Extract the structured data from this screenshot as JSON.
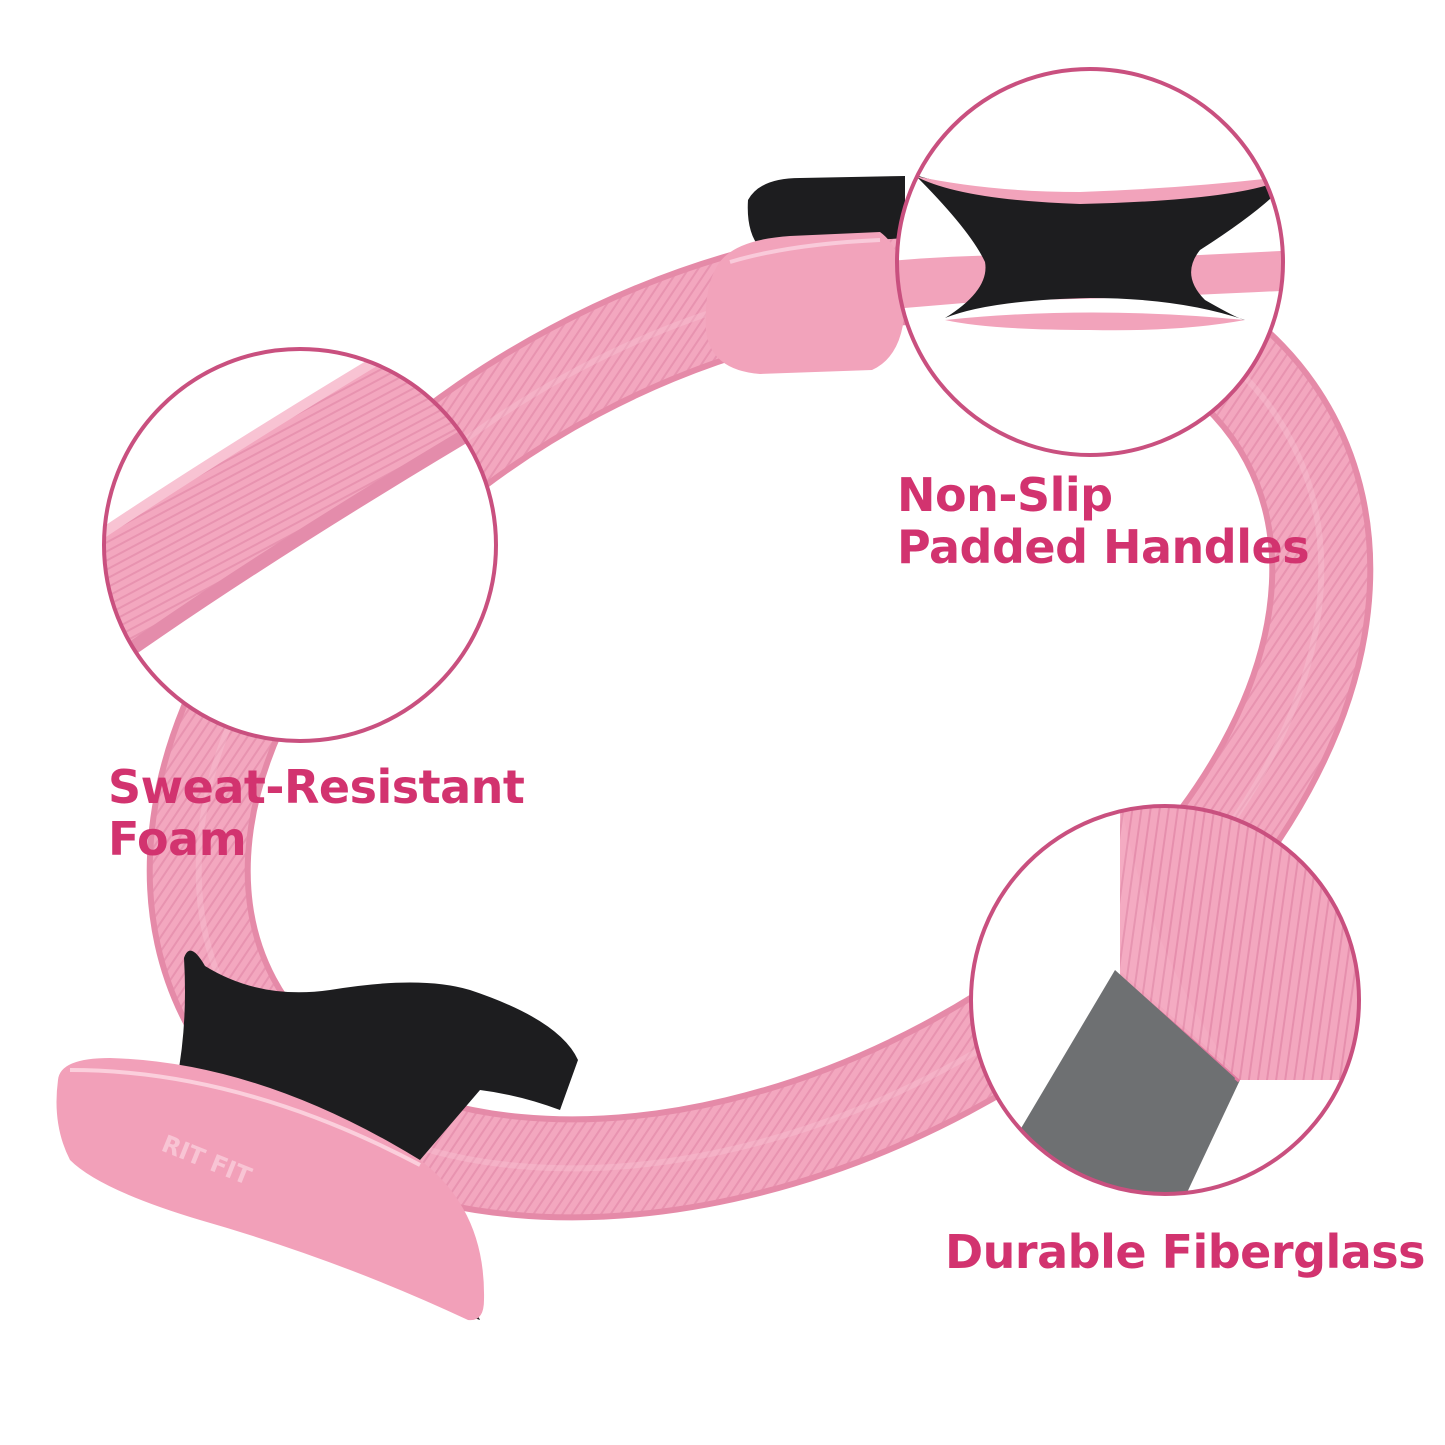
{
  "colors": {
    "accent": "#d2336f",
    "ring_pink": "#f3a7bf",
    "ring_pink_light": "#f7bfd1",
    "ring_pink_dark": "#e58aa8",
    "handle_black": "#1d1d1f",
    "fiberglass_gray": "#6e7072",
    "circle_stroke": "#c9507f"
  },
  "callouts": {
    "foam": {
      "line1": "Sweat-Resistant",
      "line2": "Foam"
    },
    "handles": {
      "line1": "Non-Slip",
      "line2": "Padded Handles"
    },
    "fiberglass": {
      "line1": "Durable Fiberglass"
    }
  },
  "product": {
    "name": "pilates-ring",
    "logo_text": "RIT FIT"
  }
}
